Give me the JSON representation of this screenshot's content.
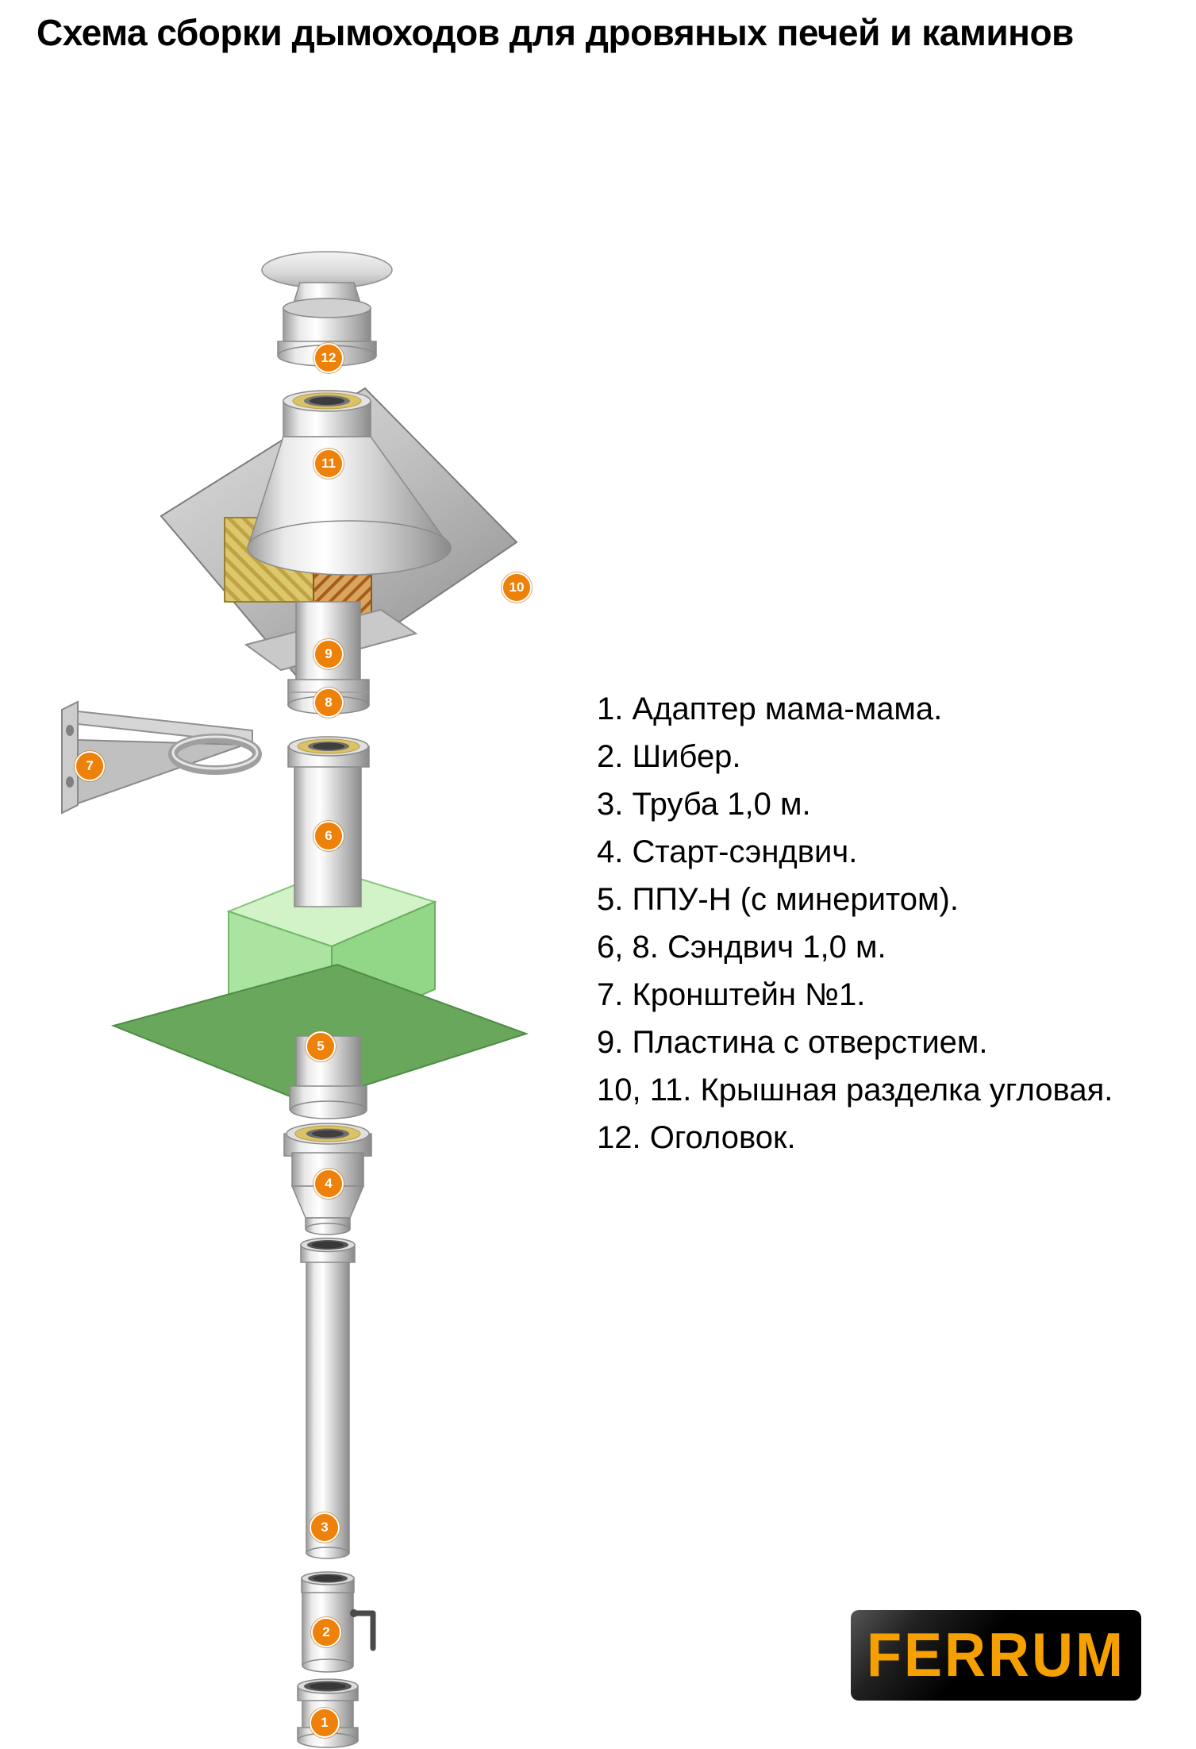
{
  "title": "Схема сборки дымоходов для дровяных печей и каминов",
  "legend": {
    "items": [
      "1. Адаптер мама-мама.",
      "2. Шибер.",
      "3. Труба 1,0 м.",
      "4. Старт-сэндвич.",
      "5. ППУ-Н (с минеритом).",
      "6, 8.  Сэндвич 1,0 м.",
      "7. Кронштейн №1.",
      "9. Пластина с отверстием.",
      "10, 11. Крышная разделка угловая.",
      "12. Оголовок."
    ]
  },
  "diagram": {
    "badges": {
      "1": "1",
      "2": "2",
      "3": "3",
      "4": "4",
      "5": "5",
      "6": "6",
      "7": "7",
      "8": "8",
      "9": "9",
      "10": "10",
      "11": "11",
      "12": "12"
    }
  },
  "logo": {
    "text": "FERRUM"
  },
  "colors": {
    "badge_orange": "#ee8109",
    "logo_text": "#f6a000",
    "logo_background": "#000000",
    "insulation_yellow": "#ddc76c",
    "ceiling_unit_green": "#68a75c"
  }
}
